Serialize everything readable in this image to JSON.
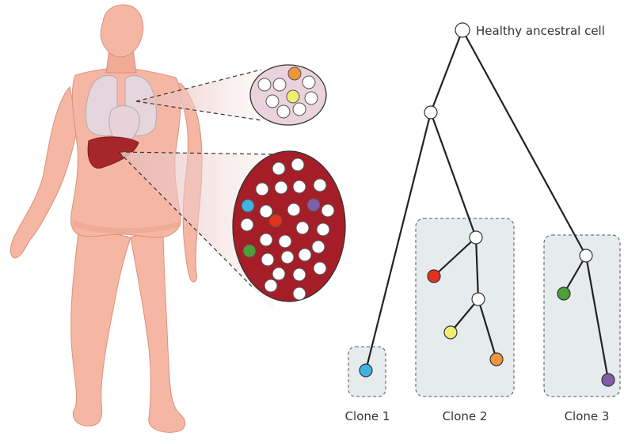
{
  "root_label": "Healthy ancestral cell",
  "clones": [
    {
      "label": "Clone 1"
    },
    {
      "label": "Clone 2"
    },
    {
      "label": "Clone 3"
    }
  ],
  "colors": {
    "skin": "#f5b7a3",
    "skin_shade": "#e9a08a",
    "lung": "#e4d6dc",
    "liver": "#a6262a",
    "tissue": "#a51e27",
    "small_tissue": "#ead3dc",
    "clone_box": "#e6ecee",
    "cell_white": "#ffffff",
    "cell_blue": "#3fb3e0",
    "cell_red": "#e2311d",
    "cell_yellow": "#f0ee74",
    "cell_orange": "#f0963a",
    "cell_green": "#4e9e3a",
    "cell_purple": "#7f5ea6"
  },
  "icons": [
    "human-body-figure",
    "lungs",
    "heart",
    "liver"
  ]
}
